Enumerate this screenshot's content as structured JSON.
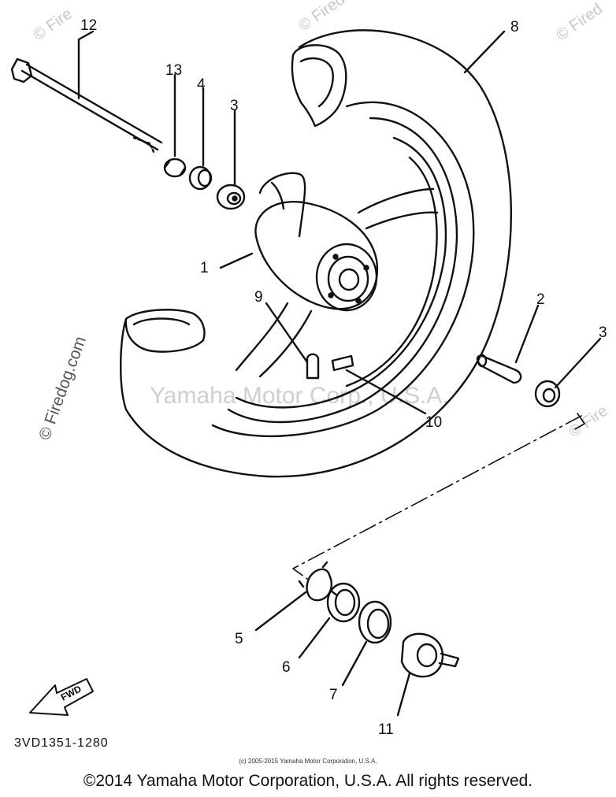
{
  "watermarks": {
    "top_center": "© Firedog",
    "top_right": "© Fired",
    "top_left": "© Fire",
    "left_vertical": "© Firedog.com",
    "right": "© Fire",
    "center": "Yamaha Motor Corp., U.S.A."
  },
  "callouts": {
    "c1": "1",
    "c2": "2",
    "c3a": "3",
    "c3b": "3",
    "c4": "4",
    "c5": "5",
    "c6": "6",
    "c7": "7",
    "c8": "8",
    "c9": "9",
    "c10": "10",
    "c11": "11",
    "c12": "12",
    "c13": "13"
  },
  "fwd_label": "FWD",
  "part_code": "3VD1351-1280",
  "small_copyright": "(c) 2005-2015 Yamaha Motor Corporation, U.S.A.",
  "main_copyright": "©2014 Yamaha Motor Corporation, U.S.A. All rights reserved."
}
